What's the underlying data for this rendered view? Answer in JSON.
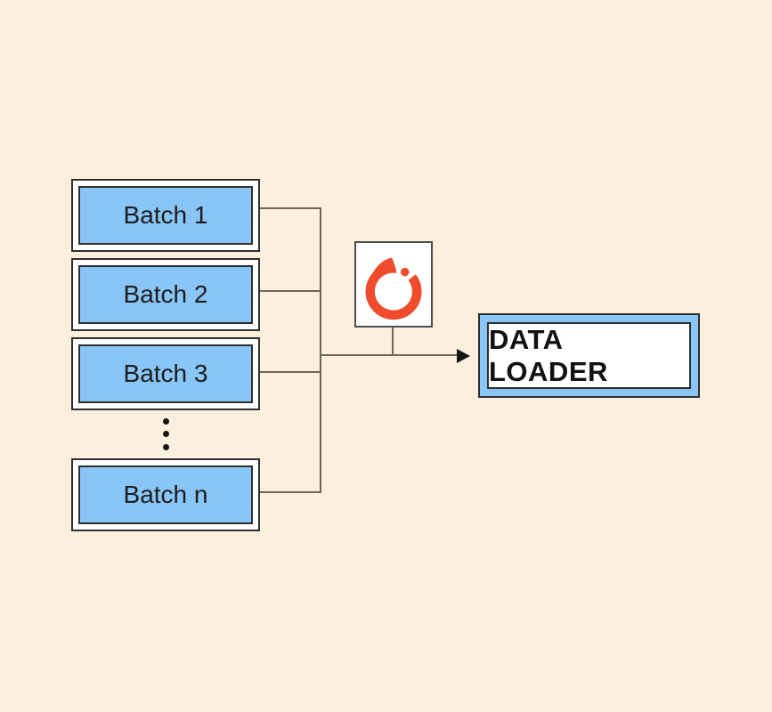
{
  "colors": {
    "bg": "#fbf0dd",
    "batch_fill": "#8ac5f7",
    "border_dark": "#2e2e2e",
    "line": "#6e675a",
    "arrow": "#141414",
    "pytorch_orange": "#ee4c2c"
  },
  "batches": [
    {
      "label": "Batch 1"
    },
    {
      "label": "Batch 2"
    },
    {
      "label": "Batch 3"
    },
    {
      "label": "Batch n"
    }
  ],
  "data_loader": {
    "label": "DATA LOADER"
  }
}
